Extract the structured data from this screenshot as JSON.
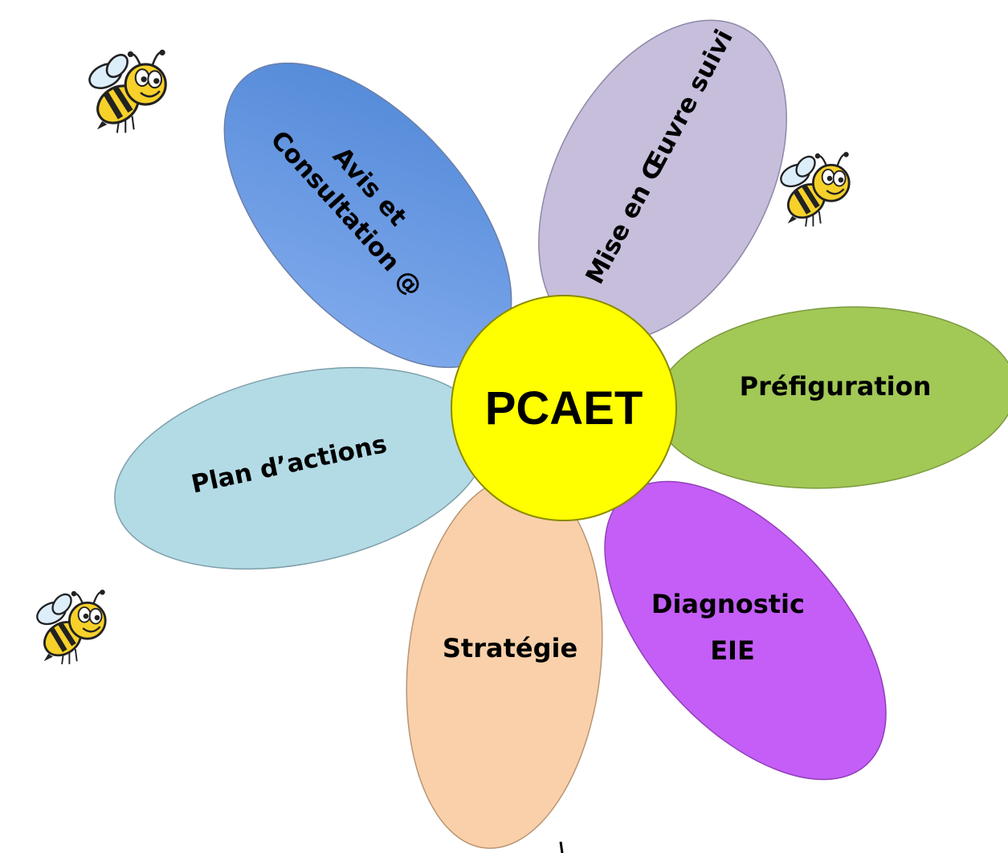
{
  "center": {
    "label": "PCAET",
    "color": "#FFFF00"
  },
  "petals": {
    "avis": {
      "line1": "Avis et",
      "line2": "Consultation @",
      "color": "#5A8FDC"
    },
    "mise": {
      "label": "Mise en Œuvre suivi",
      "color": "#C6BEDB"
    },
    "prefiguration": {
      "label": "Préfiguration",
      "color": "#A2C856"
    },
    "diagnostic": {
      "line1": "Diagnostic",
      "line2": "EIE",
      "color": "#C45EF7"
    },
    "strategie": {
      "label": "Stratégie",
      "color": "#F9D0AA"
    },
    "plan": {
      "label": "Plan d’actions",
      "color": "#B3DBE6"
    }
  },
  "decorations": [
    "bee-icon",
    "bee-icon",
    "bee-icon"
  ]
}
